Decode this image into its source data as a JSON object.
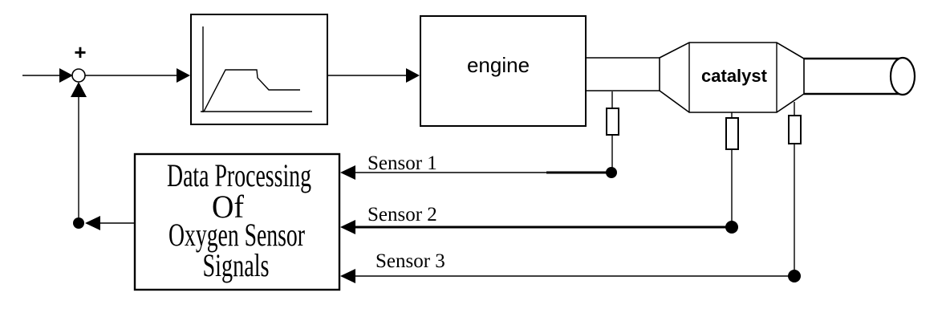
{
  "diagram": {
    "colors": {
      "ink": "#000000",
      "background": "#ffffff"
    },
    "summing_junction": {
      "sign": "+"
    },
    "blocks": {
      "engine": {
        "label": "engine"
      },
      "catalyst": {
        "label": "catalyst"
      },
      "data_processing": {
        "lines": [
          "Data Processing",
          "Of",
          "Oxygen Sensor",
          "Signals"
        ]
      }
    },
    "sensor_feeds": [
      {
        "label": "Sensor 1"
      },
      {
        "label": "Sensor 2"
      },
      {
        "label": "Sensor 3"
      }
    ]
  }
}
